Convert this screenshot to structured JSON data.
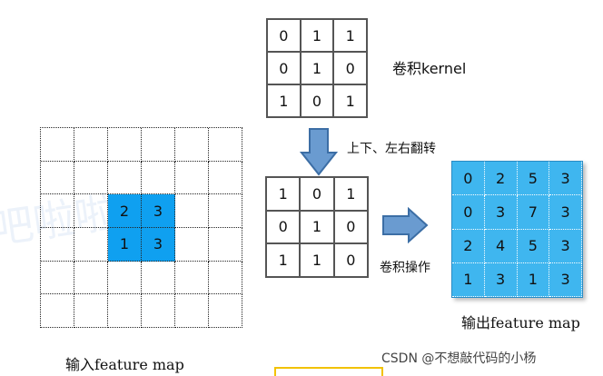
{
  "watermark_text": "吧啦啦z",
  "top_kernel": {
    "values": [
      [
        "0",
        "1",
        "1"
      ],
      [
        "0",
        "1",
        "0"
      ],
      [
        "1",
        "0",
        "1"
      ]
    ],
    "label": "卷积kernel"
  },
  "flipped_kernel": {
    "values": [
      [
        "1",
        "0",
        "1"
      ],
      [
        "0",
        "1",
        "0"
      ],
      [
        "1",
        "1",
        "0"
      ]
    ]
  },
  "flip_label": "上下、左右翻转",
  "conv_label": "卷积操作",
  "input_map": {
    "highlight": [
      [
        "2",
        "3"
      ],
      [
        "1",
        "3"
      ]
    ],
    "label": "输入feature map"
  },
  "output_map": {
    "values": [
      [
        "0",
        "2",
        "5",
        "3"
      ],
      [
        "0",
        "3",
        "7",
        "3"
      ],
      [
        "2",
        "4",
        "5",
        "3"
      ],
      [
        "1",
        "3",
        "1",
        "3"
      ]
    ],
    "label": "输出feature map"
  },
  "footer": "CSDN @不想敲代码的小杨",
  "colors": {
    "input_highlight": "#0fa0f0",
    "output_fill": "#3fb6ef",
    "arrow_fill": "#6a9bd0",
    "arrow_stroke": "#3c6ea5"
  }
}
